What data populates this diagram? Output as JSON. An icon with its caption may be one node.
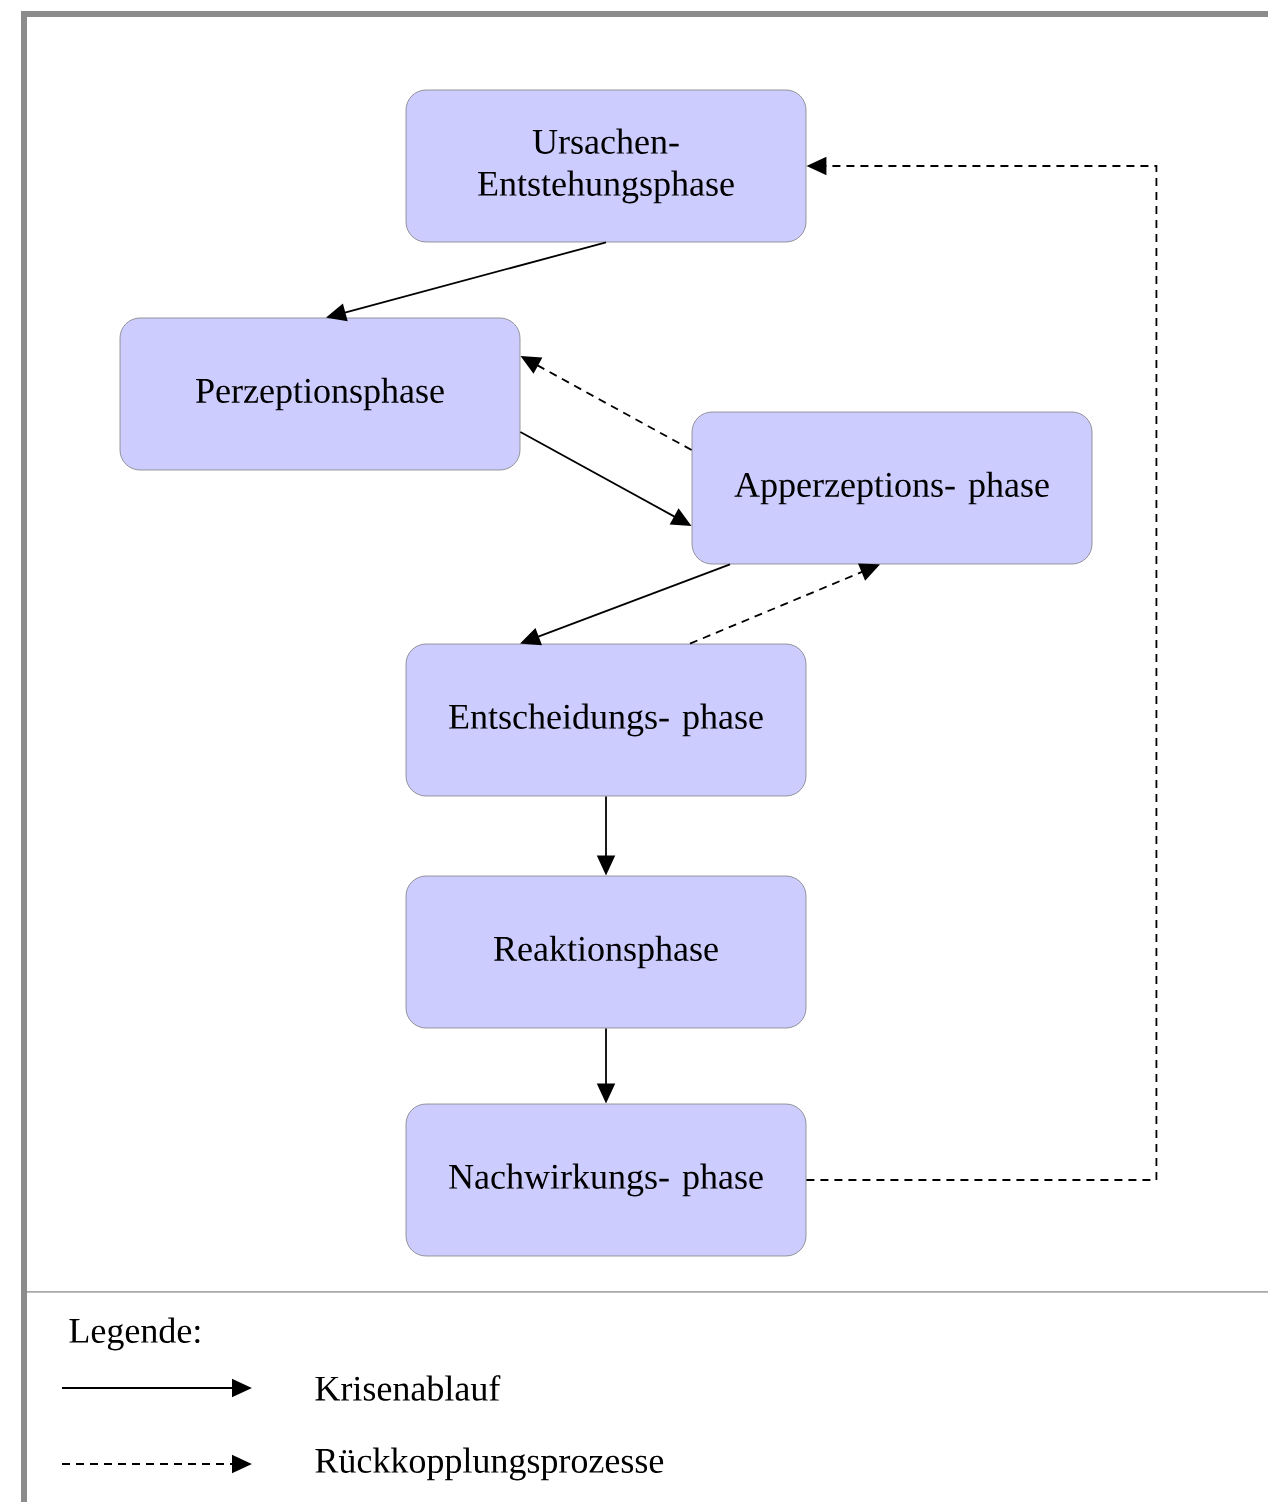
{
  "diagram": {
    "nodes": [
      {
        "text": [
          "Ursachen- Entstehungsphase"
        ]
      },
      {
        "text": [
          "Perzeptionsphase"
        ]
      },
      {
        "text": [
          "Apperzeptions- phase"
        ]
      },
      {
        "text": [
          "Entscheidungs- phase"
        ]
      },
      {
        "text": [
          "Reaktionsphase"
        ]
      },
      {
        "text": [
          "Nachwirkungs- phase"
        ]
      }
    ],
    "edges": [
      {
        "from": 0,
        "to": 1,
        "arrow": "to"
      },
      {
        "from": 1,
        "to": 2,
        "arrow": "to"
      },
      {
        "from": 2,
        "to": 1,
        "arrow": "to",
        "style": "dashed"
      },
      {
        "from": 2,
        "to": 3,
        "arrow": "to"
      },
      {
        "from": 3,
        "to": 2,
        "arrow": "to",
        "style": "dashed"
      },
      {
        "from": 3,
        "to": 4,
        "arrow": "to"
      },
      {
        "from": 4,
        "to": 5,
        "arrow": "to"
      },
      {
        "from": 5,
        "to": 0,
        "arrow": "to",
        "style": "dashed"
      }
    ],
    "labels": [
      "Legende:"
    ],
    "legend": [
      {
        "text": "Krisenablauf"
      },
      {
        "text": "Rückkopplungsprozesse"
      }
    ]
  }
}
